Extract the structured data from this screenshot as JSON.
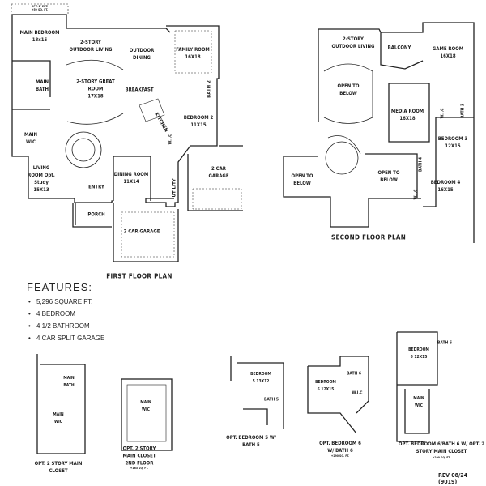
{
  "first_floor": {
    "title": "FIRST FLOOR PLAN",
    "rooms": [
      {
        "name": "OPT. 2' EXT.",
        "size": "+59 SQ. FT."
      },
      {
        "name": "MAIN BEDROOM",
        "size": "18x15"
      },
      {
        "name": "2-STORY OUTDOOR LIVING",
        "size": ""
      },
      {
        "name": "OUTDOOR DINING",
        "size": ""
      },
      {
        "name": "FAMILY ROOM",
        "size": "16X18"
      },
      {
        "name": "MAIN BATH",
        "size": ""
      },
      {
        "name": "2-STORY GREAT ROOM",
        "size": "17X18"
      },
      {
        "name": "BREAKFAST",
        "size": ""
      },
      {
        "name": "BATH 2",
        "size": ""
      },
      {
        "name": "KITCHEN",
        "size": ""
      },
      {
        "name": "BEDROOM 2",
        "size": "11X15"
      },
      {
        "name": "MAIN WIC",
        "size": ""
      },
      {
        "name": "W.I.C",
        "size": ""
      },
      {
        "name": "LIVING ROOM Opt. Study",
        "size": "15X13"
      },
      {
        "name": "ENTRY",
        "size": ""
      },
      {
        "name": "DINING ROOM",
        "size": "11X14"
      },
      {
        "name": "UTILITY",
        "size": ""
      },
      {
        "name": "2 CAR GARAGE",
        "size": ""
      },
      {
        "name": "PORCH",
        "size": ""
      },
      {
        "name": "2 CAR GARAGE",
        "size": ""
      }
    ]
  },
  "second_floor": {
    "title": "SECOND FLOOR PLAN",
    "rooms": [
      {
        "name": "2-STORY OUTDOOR LIVING",
        "size": ""
      },
      {
        "name": "BALCONY",
        "size": ""
      },
      {
        "name": "GAME ROOM",
        "size": "16X18"
      },
      {
        "name": "OPEN TO BELOW",
        "size": ""
      },
      {
        "name": "MEDIA ROOM",
        "size": "16X18"
      },
      {
        "name": "W.I.C",
        "size": ""
      },
      {
        "name": "BATH 3",
        "size": ""
      },
      {
        "name": "BEDROOM 3",
        "size": "12X15"
      },
      {
        "name": "OPEN TO BELOW",
        "size": ""
      },
      {
        "name": "OPEN TO BELOW",
        "size": ""
      },
      {
        "name": "BATH 4",
        "size": ""
      },
      {
        "name": "BEDROOM 4",
        "size": "16X15"
      },
      {
        "name": "W.I.C",
        "size": ""
      }
    ]
  },
  "features": {
    "heading": "FEATURES:",
    "items": [
      "5,296 SQUARE FT.",
      "4 BEDROOM",
      "4 1/2 BATHROOM",
      "4 CAR SPLIT GARAGE"
    ]
  },
  "options": [
    {
      "title": "OPT. 2 STORY MAIN CLOSET",
      "note": "",
      "rooms": [
        "MAIN BATH",
        "MAIN WIC"
      ]
    },
    {
      "title": "OPT. 2 STORY MAIN CLOSET 2ND FLOOR",
      "note": "+163 SQ. FT.",
      "rooms": [
        "MAIN WIC"
      ]
    },
    {
      "title": "OPT. BEDROOM 5 W/ BATH 5",
      "note": "",
      "rooms": [
        "BEDROOM 5 13X12",
        "BATH 5"
      ]
    },
    {
      "title": "OPT. BEDROOM 6 W/ BATH 6",
      "note": "+290 SQ. FT.",
      "rooms": [
        "BEDROOM 6 12X15",
        "BATH 6",
        "W.I.C"
      ]
    },
    {
      "title": "OPT. BEDROOM 6/BATH 6 W/ OPT. 2 STORY MAIN CLOSET",
      "note": "+290 SQ. FT.",
      "rooms": [
        "BEDROOM 6 12X15",
        "BATH 6",
        "MAIN WIC"
      ]
    }
  ],
  "revision": "REV 08/24 (9019)"
}
